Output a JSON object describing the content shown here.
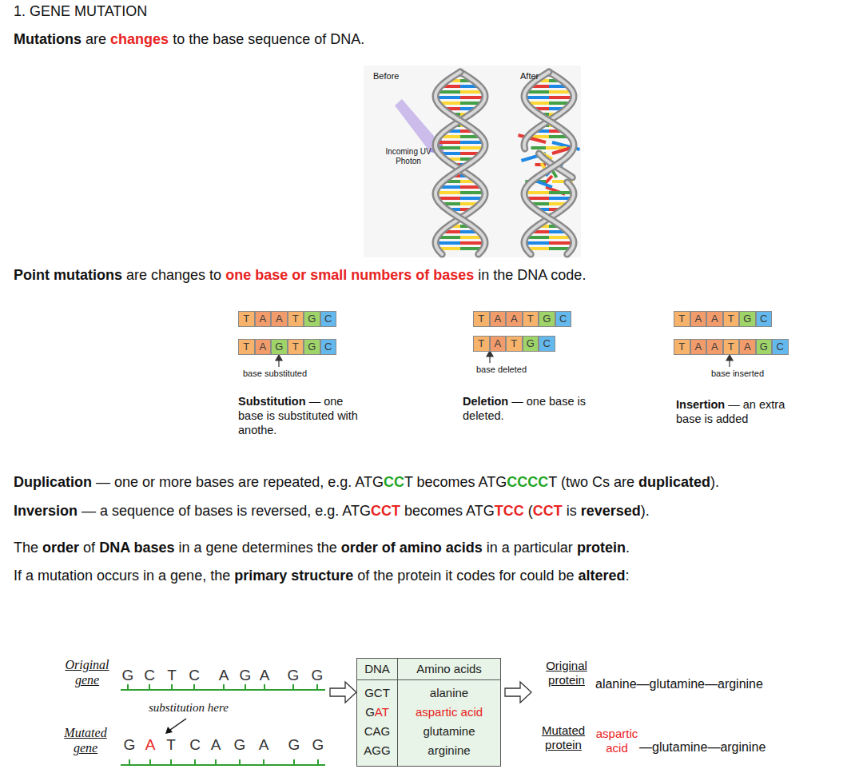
{
  "diagram": {
    "title": "1. GENE MUTATION",
    "nodes": [
      {
        "text": [
          "T"
        ]
      },
      {
        "text": [
          "A"
        ]
      },
      {
        "text": [
          "A"
        ]
      },
      {
        "text": [
          "T"
        ]
      },
      {
        "text": [
          "G"
        ]
      },
      {
        "text": [
          "C"
        ]
      },
      {
        "text": [
          "T"
        ]
      },
      {
        "text": [
          "A"
        ]
      },
      {
        "text": [
          "G"
        ]
      },
      {
        "text": [
          "T"
        ]
      },
      {
        "text": [
          "G"
        ]
      },
      {
        "text": [
          "C"
        ]
      },
      {
        "text": [
          "T"
        ]
      },
      {
        "text": [
          "A"
        ]
      },
      {
        "text": [
          "A"
        ]
      },
      {
        "text": [
          "T"
        ]
      },
      {
        "text": [
          "G"
        ]
      },
      {
        "text": [
          "C"
        ]
      },
      {
        "text": [
          "T"
        ]
      },
      {
        "text": [
          "A"
        ]
      },
      {
        "text": [
          "T"
        ]
      },
      {
        "text": [
          "G"
        ]
      },
      {
        "text": [
          "C"
        ]
      },
      {
        "text": [
          "T"
        ]
      },
      {
        "text": [
          "A"
        ]
      },
      {
        "text": [
          "A"
        ]
      },
      {
        "text": [
          "T"
        ]
      },
      {
        "text": [
          "G"
        ]
      },
      {
        "text": [
          "C"
        ]
      },
      {
        "text": [
          "T"
        ]
      },
      {
        "text": [
          "A"
        ]
      },
      {
        "text": [
          "A"
        ]
      },
      {
        "text": [
          "T"
        ]
      },
      {
        "text": [
          "A"
        ]
      },
      {
        "text": [
          "G"
        ]
      },
      {
        "text": [
          "C"
        ]
      },
      {
        "text": [
          "DNA",
          "Amino acids",
          "GCT",
          "alanine",
          "G",
          "AT",
          "aspartic acid",
          "CAG",
          "glutamine",
          "AGG",
          "arginine"
        ]
      }
    ],
    "labels": [
      "Mutations",
      "are",
      "changes",
      "to the base sequence of DNA.",
      "Before",
      "After",
      "Incoming UV Photon",
      "Point mutations",
      "are changes to",
      "one base or small numbers of bases",
      "in the DNA code.",
      "base substituted",
      "base deleted",
      "base inserted",
      "Substitution",
      "— one base is substituted with anothe.",
      "Deletion",
      "— one base is deleted.",
      "Insertion",
      "— an extra base is added",
      "Duplication",
      "— one or more bases are repeated, e.g. ATG",
      "CC",
      "T becomes ATG",
      "CCCC",
      "T (two Cs are",
      "duplicated",
      ").",
      "Inversion",
      "— a sequence of bases is reversed, e.g. ATG",
      "CCT",
      "becomes ATG",
      "TCC",
      "(",
      "CCT",
      "is",
      "reversed",
      ").",
      "The",
      "order",
      "of",
      "DNA bases",
      "in a gene determines the",
      "order of amino acids",
      "in a particular",
      "protein",
      ".",
      "If a mutation occurs in a gene, the",
      "primary structure",
      "of the protein it codes for could be",
      "altered",
      ":",
      "Original gene",
      "G",
      "C",
      "T",
      "C",
      "A",
      "G",
      "A",
      "G",
      "G",
      "substitution here",
      "Mutated gene",
      "G",
      "A",
      "T",
      "C",
      "A",
      "G",
      "A",
      "G",
      "G",
      "Original protein",
      "alanine—glutamine—arginine",
      "Mutated protein",
      "aspartic acid",
      "—glutamine—arginine"
    ]
  }
}
